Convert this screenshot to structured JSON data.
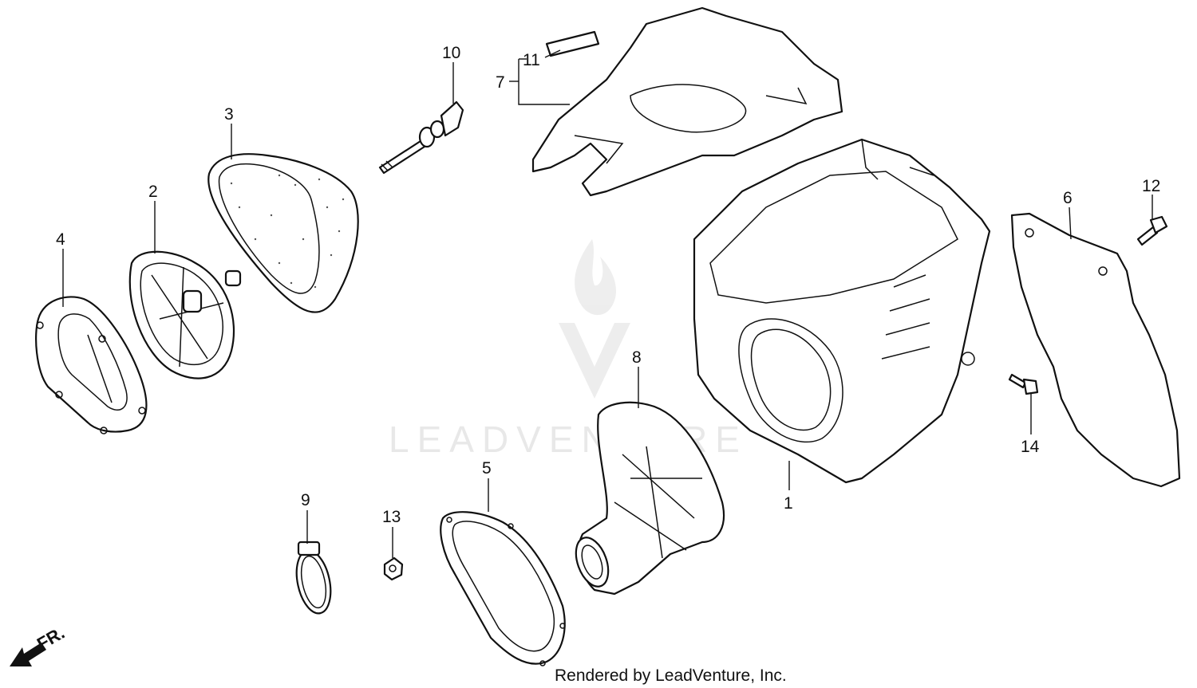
{
  "diagram": {
    "callouts": [
      {
        "id": "1",
        "label": "1"
      },
      {
        "id": "2",
        "label": "2"
      },
      {
        "id": "3",
        "label": "3"
      },
      {
        "id": "4",
        "label": "4"
      },
      {
        "id": "5",
        "label": "5"
      },
      {
        "id": "6",
        "label": "6"
      },
      {
        "id": "7",
        "label": "7"
      },
      {
        "id": "8",
        "label": "8"
      },
      {
        "id": "9",
        "label": "9"
      },
      {
        "id": "10",
        "label": "10"
      },
      {
        "id": "11",
        "label": "11"
      },
      {
        "id": "12",
        "label": "12"
      },
      {
        "id": "13",
        "label": "13"
      },
      {
        "id": "14",
        "label": "14"
      }
    ],
    "front_indicator": "FR.",
    "watermark": "LEADVENTURE",
    "footer": "Rendered by LeadVenture, Inc."
  }
}
